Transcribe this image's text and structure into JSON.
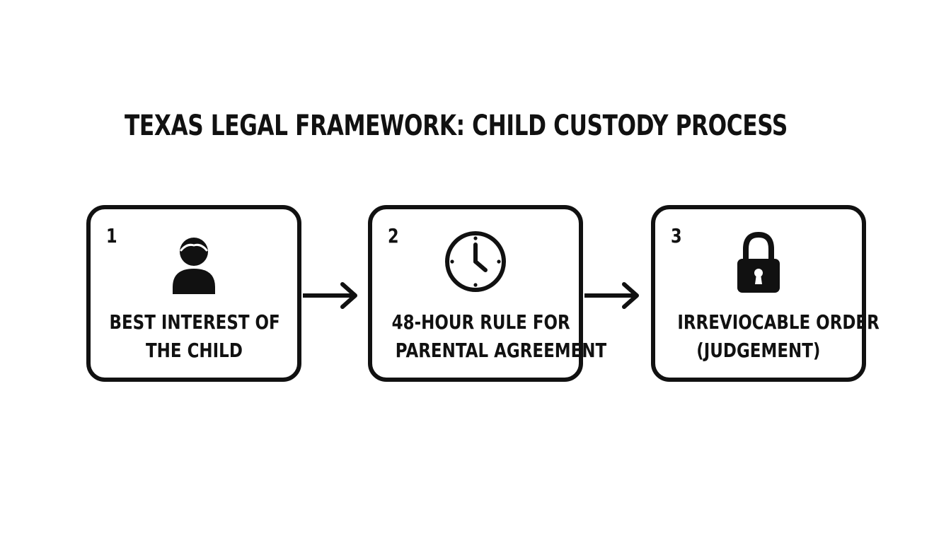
{
  "title": "TEXAS LEGAL FRAMEWORK: CHILD CUSTODY PROCESS",
  "steps": [
    {
      "number": "1",
      "icon": "child-person-icon",
      "label_line1": "BEST INTEREST OF",
      "label_line2": "THE CHILD"
    },
    {
      "number": "2",
      "icon": "clock-icon",
      "label_line1": "48-HOUR RULE FOR",
      "label_line2": "PARENTAL AGREEMENT"
    },
    {
      "number": "3",
      "icon": "padlock-icon",
      "label_line1": "IRREVIOCABLE ORDER",
      "label_line2": "(JUDGEMENT)"
    }
  ],
  "colors": {
    "ink": "#111111",
    "background": "#ffffff"
  }
}
